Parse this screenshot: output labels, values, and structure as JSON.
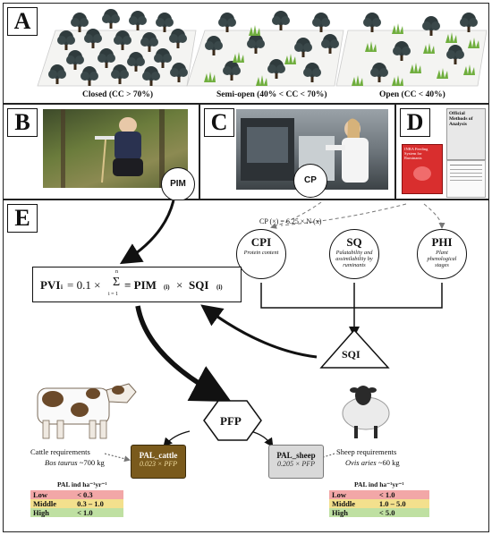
{
  "panels": {
    "A": {
      "label": "A",
      "captions": [
        "Closed (CC > 70%)",
        "Semi-open (40% < CC < 70%)",
        "Open (CC < 40%)"
      ]
    },
    "B": {
      "label": "B",
      "badge": "PIM"
    },
    "C": {
      "label": "C",
      "badge": "CP"
    },
    "D": {
      "label": "D",
      "book1": "Official Methods of Analysis",
      "book2": "INRA Feeding System for Ruminants"
    },
    "E": {
      "label": "E"
    }
  },
  "equation_cp": "CP (×) = 6.25 × N (x)",
  "nodes": {
    "cpi": {
      "title": "CPI",
      "subtitle": "Protein content"
    },
    "sq": {
      "title": "SQ",
      "subtitle": "Palatability and assimilability by ruminants"
    },
    "phi": {
      "title": "PHI",
      "subtitle": "Plant phenological stages"
    },
    "sqi": "SQI",
    "pfp": "PFP"
  },
  "pvi_formula": {
    "lhs": "PVI",
    "sub": "i",
    "eq": "= 0.1 ×",
    "sum": "Σ",
    "sum_top": "n",
    "sum_bottom": "i = 1",
    "rhs1": "= PIM",
    "rhs1_sub": "(i)",
    "times": "×",
    "rhs2": "SQI",
    "rhs2_sub": "(i)"
  },
  "cattle": {
    "requirements": "Cattle requirements",
    "species": "Bos taurus",
    "weight": "~700 kg",
    "pal_label": "PAL_cattle",
    "pal_formula": "0.023 × PFP"
  },
  "sheep": {
    "requirements": "Sheep requirements",
    "species": "Ovis aries",
    "weight": "~60 kg",
    "pal_label": "PAL_sheep",
    "pal_formula": "0.205 × PFP"
  },
  "pal_table_header": "PAL ind ha⁻¹yr⁻¹",
  "cattle_table": [
    {
      "level": "Low",
      "value": "< 0.3"
    },
    {
      "level": "Middle",
      "value": "0.3 – 1.0"
    },
    {
      "level": "High",
      "value": "< 1.0"
    }
  ],
  "sheep_table": [
    {
      "level": "Low",
      "value": "< 1.0"
    },
    {
      "level": "Middle",
      "value": "1.0 – 5.0"
    },
    {
      "level": "High",
      "value": "< 5.0"
    }
  ],
  "colors": {
    "low": "#f2a7a7",
    "middle": "#f3e08d",
    "high": "#bfe0a2",
    "pal_cattle": "#7a5a1c",
    "pal_sheep": "#d9d9d9"
  }
}
